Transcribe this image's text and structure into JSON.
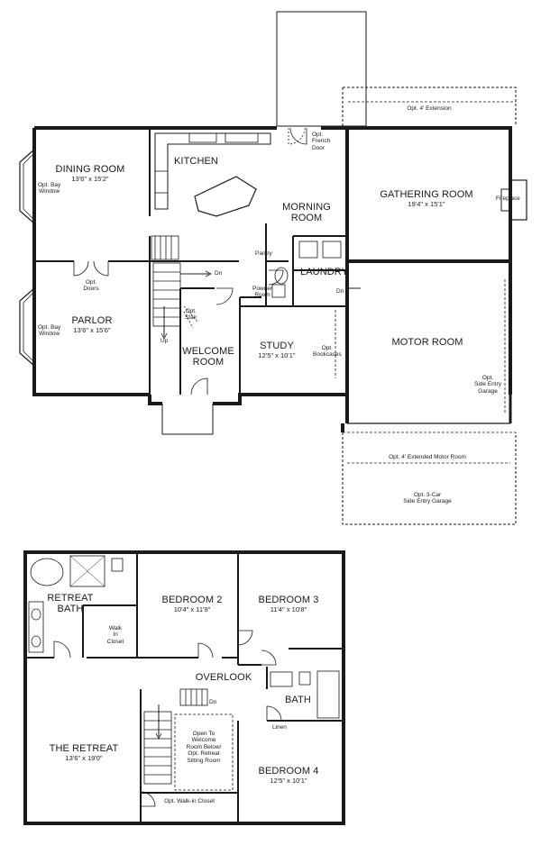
{
  "first_floor": {
    "dining_room": {
      "name": "DINING ROOM",
      "dims": "13'6\" x 15'2\""
    },
    "opt_bay_window_dining": "Opt. Bay\nWindow",
    "kitchen": {
      "name": "KITCHEN"
    },
    "morning_room": {
      "name": "MORNING\nROOM"
    },
    "opt_french_door": "Opt.\nFrench\nDoor",
    "opt_extension": "Opt. 4' Extension",
    "gathering_room": {
      "name": "GATHERING ROOM",
      "dims": "19'4\" x 15'1\""
    },
    "fireplace": "Fireplace",
    "pantry": "Pantry",
    "powder_room": "Powder\nRoom",
    "laundry": {
      "name": "LAUNDRY"
    },
    "dn_laundry": "Dn",
    "dn_stair": "Dn",
    "opt_doors": "Opt.\nDoors",
    "parlor": {
      "name": "PARLOR",
      "dims": "13'6\" x 15'6\""
    },
    "opt_bay_window_parlor": "Opt. Bay\nWindow",
    "opt_stair": "Opt.\nStair",
    "up": "Up",
    "welcome_room": {
      "name": "WELCOME\nROOM"
    },
    "study": {
      "name": "STUDY",
      "dims": "12'5\" x 10'1\""
    },
    "opt_bookcases": "Opt.\nBookcases",
    "motor_room": {
      "name": "MOTOR ROOM"
    },
    "opt_side_entry_garage": "Opt.\nSide Entry\nGarage",
    "opt_extended_motor_room": "Opt. 4' Extended Motor Room",
    "opt_3car": "Opt. 3-Car\nSide Entry Garage"
  },
  "second_floor": {
    "retreat_bath": {
      "name": "RETREAT\nBATH"
    },
    "walk_in_closet": "Walk\nIn\nCloset",
    "bedroom2": {
      "name": "BEDROOM 2",
      "dims": "10'4\" x 11'9\""
    },
    "bedroom3": {
      "name": "BEDROOM 3",
      "dims": "11'4\" x 10'8\""
    },
    "overlook": {
      "name": "OVERLOOK"
    },
    "bath": {
      "name": "BATH"
    },
    "linen": "Linen",
    "dn": "Dn",
    "the_retreat": {
      "name": "THE RETREAT",
      "dims": "13'6\" x 19'0\""
    },
    "open_to_welcome": "Open To\nWelcome\nRoom Below/\nOpt. Retreat\nSitting Room",
    "bedroom4": {
      "name": "BEDROOM 4",
      "dims": "12'5\" x 10'1\""
    },
    "opt_walk_in_closet": "Opt. Walk-in Closet"
  }
}
